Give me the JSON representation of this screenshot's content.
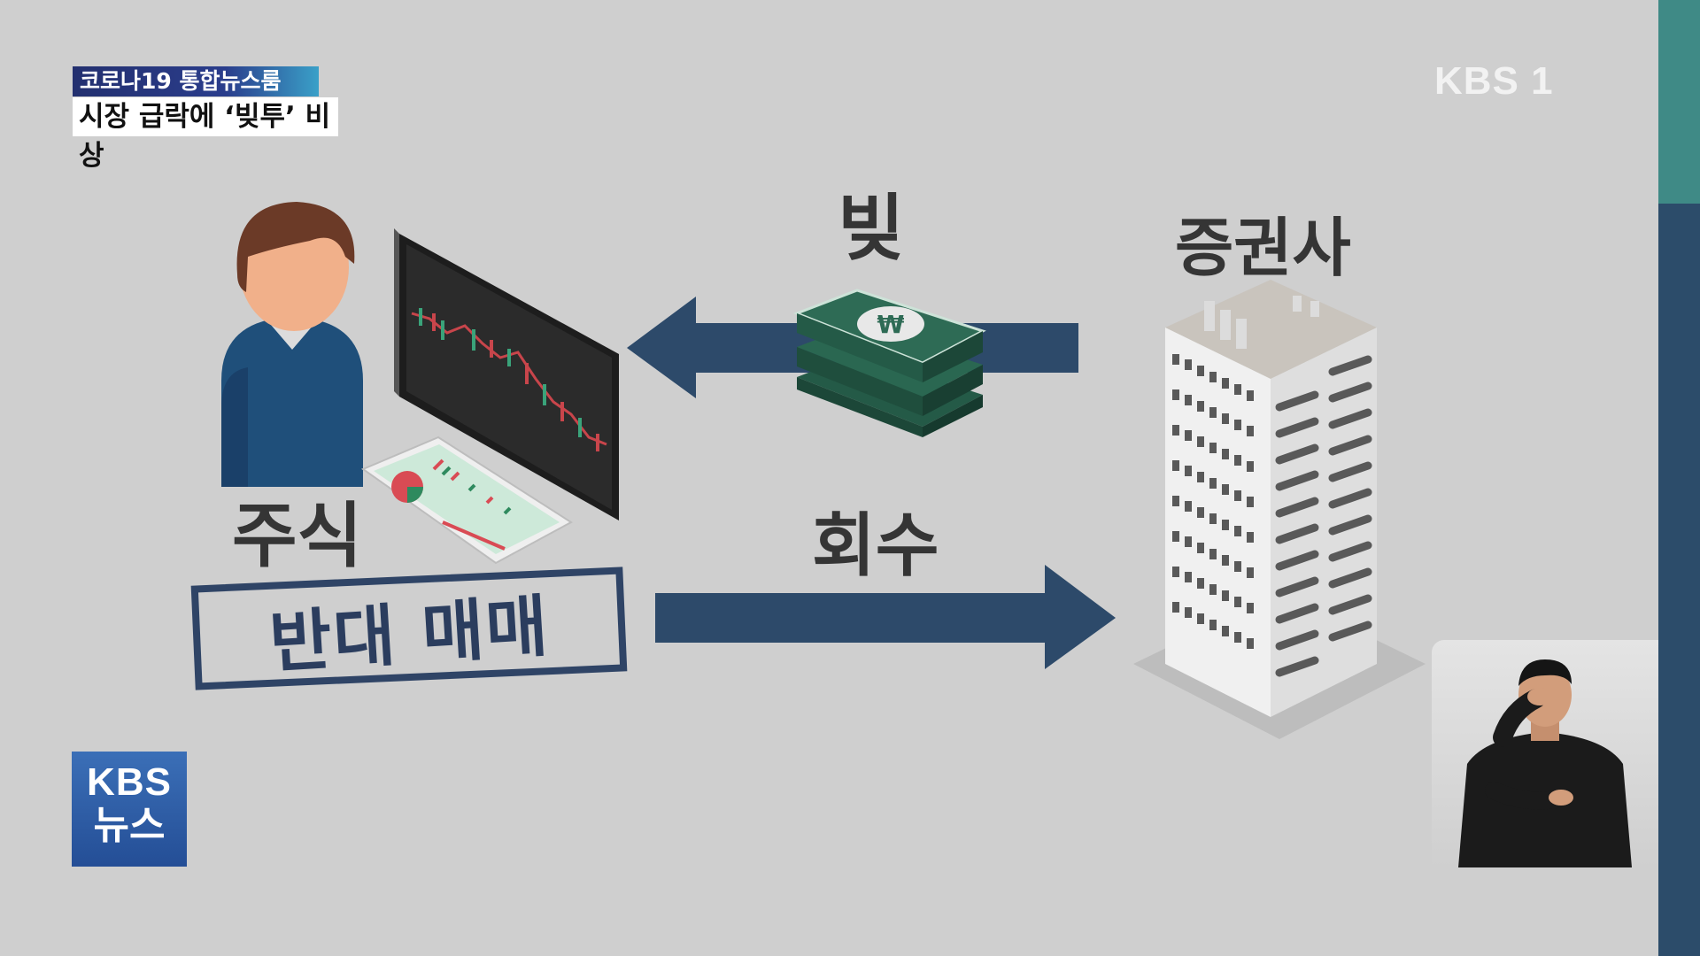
{
  "headline": {
    "top": "코로나19 통합뉴스룸",
    "bottom": "시장 급락에 ‘빚투’ 비상"
  },
  "channel_logo": "KBS 1",
  "news_logo": {
    "line1": "KBS",
    "line2": "뉴스"
  },
  "diagram": {
    "label_debt": "빚",
    "label_securities": "증권사",
    "label_stock": "주식",
    "label_reverse_trade": "반대 매매",
    "label_collect": "회수",
    "currency_symbol": "₩"
  },
  "colors": {
    "background": "#cfcfcf",
    "arrow": "#2d4a6a",
    "money": "#2e6b55",
    "person_shirt": "#1f4f7a",
    "headline_blue": "#2a3d8c"
  }
}
